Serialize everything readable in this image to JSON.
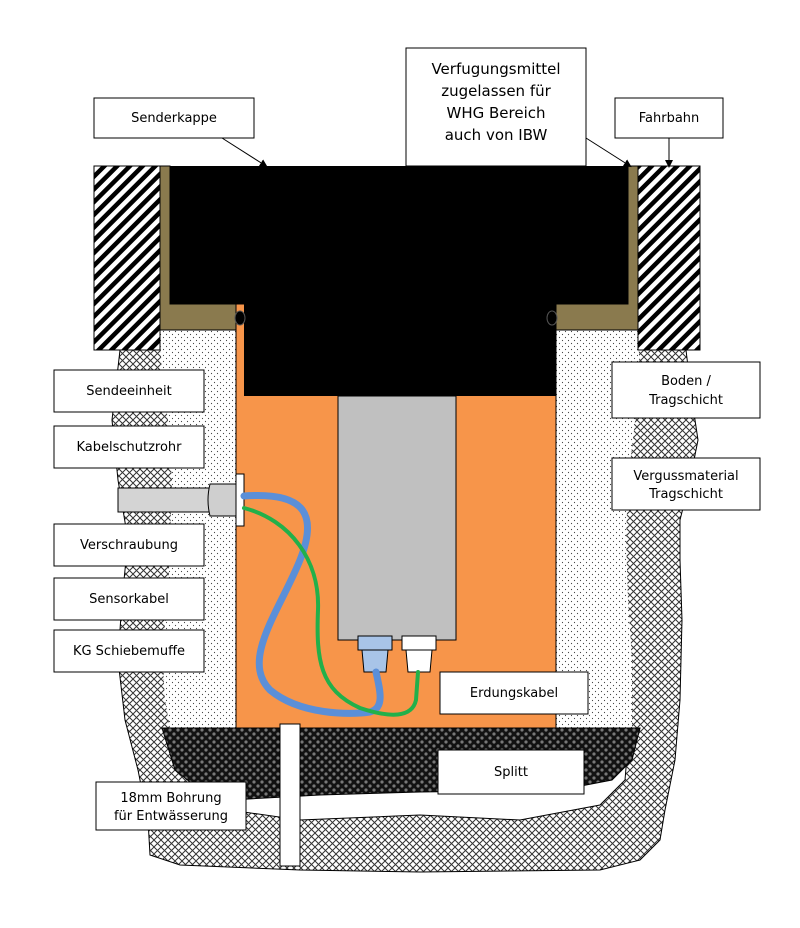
{
  "labels": {
    "senderkappe": "Senderkappe",
    "verfugung_line1": "Verfugungsmittel",
    "verfugung_line2": "zugelassen  für",
    "verfugung_line3": "WHG Bereich",
    "verfugung_line4": "auch von IBW",
    "fahrbahn": "Fahrbahn",
    "sendeeinheit": "Sendeeinheit",
    "kabelschutzrohr": "Kabelschutzrohr",
    "verschraubung": "Verschraubung",
    "sensorkabel": "Sensorkabel",
    "kg_schiebemuffe": "KG Schiebemuffe",
    "boden_line1": "Boden /",
    "boden_line2": "Tragschicht",
    "verguss_line1": "Vergussmaterial",
    "verguss_line2": "Tragschicht",
    "erdungskabel": "Erdungskabel",
    "splitt": "Splitt",
    "bohrung_line1": "18mm Bohrung",
    "bohrung_line2": "für Entwässerung"
  },
  "colors": {
    "cap": "#000000",
    "sealant": "#8a7a4e",
    "sleeve": "#f7954a",
    "sensor_body": "#c0c0c0",
    "sensor_cable": "#5b8fd8",
    "ground_cable": "#22b04a",
    "fitting_blue": "#a8c4e8",
    "gravel": "#222222",
    "crosshatch": "#555555",
    "pipe": "#d4d4d4"
  }
}
